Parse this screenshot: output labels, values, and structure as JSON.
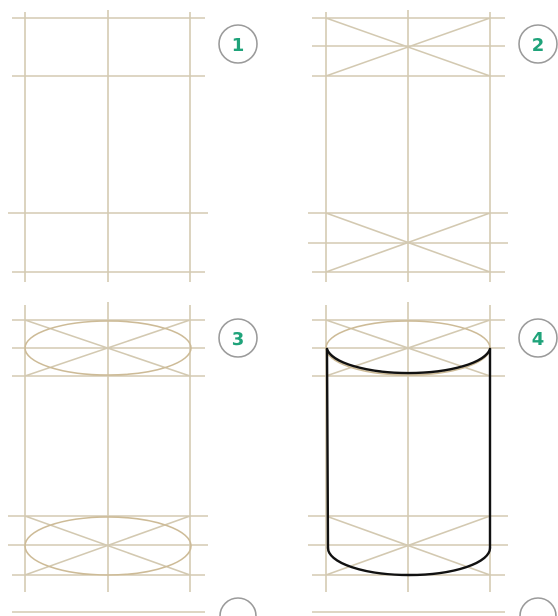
{
  "steps": [
    {
      "id": "1",
      "label": "1"
    },
    {
      "id": "2",
      "label": "2"
    },
    {
      "id": "3",
      "label": "3"
    },
    {
      "id": "4",
      "label": "4"
    }
  ],
  "colors": {
    "guide_line": "#d3c9b1",
    "ellipse_guide": "#cdbb97",
    "final_outline": "#111111",
    "badge_number": "#1fa37a",
    "badge_border": "#9a9a9a"
  }
}
